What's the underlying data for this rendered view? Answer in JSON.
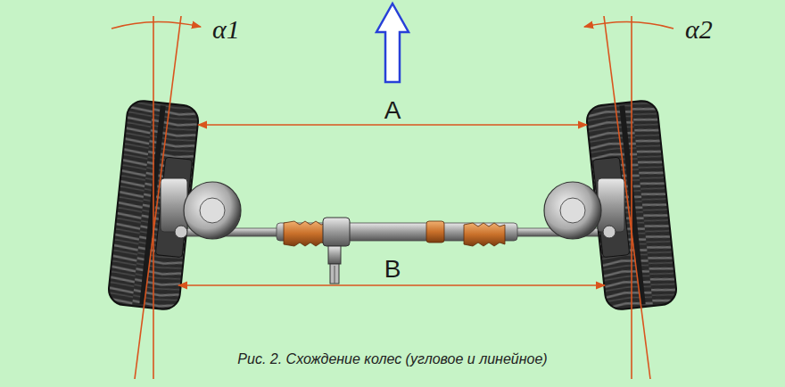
{
  "diagram": {
    "caption": "Рис. 2. Схождение колес (угловое и линейное)",
    "labels": [
      "α1",
      "α2",
      "A",
      "B"
    ]
  }
}
